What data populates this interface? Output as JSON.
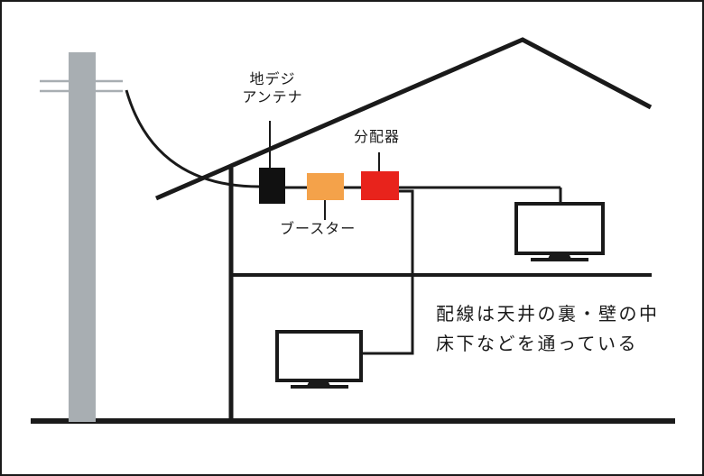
{
  "labels": {
    "antenna_line1": "地デジ",
    "antenna_line2": "アンテナ",
    "splitter": "分配器",
    "booster": "ブースター",
    "note_line1": "配線は天井の裏・壁の中",
    "note_line2": "床下などを通っている"
  },
  "colors": {
    "line": "#1a1a1a",
    "pole": "#a8aeb2",
    "antenna_box": "#111111",
    "booster_box": "#f4a24a",
    "splitter_box": "#e8231c",
    "background": "#ffffff"
  },
  "icons": {
    "tv": "tv-icon",
    "pole": "utility-pole-icon",
    "house": "house-outline-icon"
  }
}
